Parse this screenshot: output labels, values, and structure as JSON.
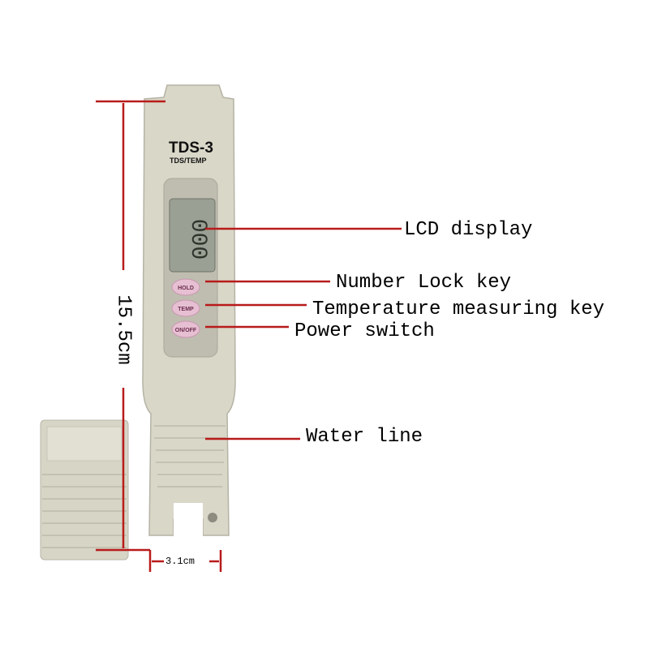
{
  "device": {
    "model": "TDS-3",
    "mode": "TDS/TEMP",
    "lcd_value": "000",
    "buttons": [
      "HOLD",
      "TEMP",
      "ON/OFF"
    ]
  },
  "annotations": {
    "lcd": "LCD display",
    "hold": "Number Lock key",
    "temp": "Temperature measuring key",
    "power": "Power switch",
    "water": "Water line"
  },
  "dimensions": {
    "height": "15.5cm",
    "width": "3.1cm"
  },
  "colors": {
    "line": "#b81b1b",
    "body": "#d8d6c7",
    "button": "#e7bfd2"
  }
}
